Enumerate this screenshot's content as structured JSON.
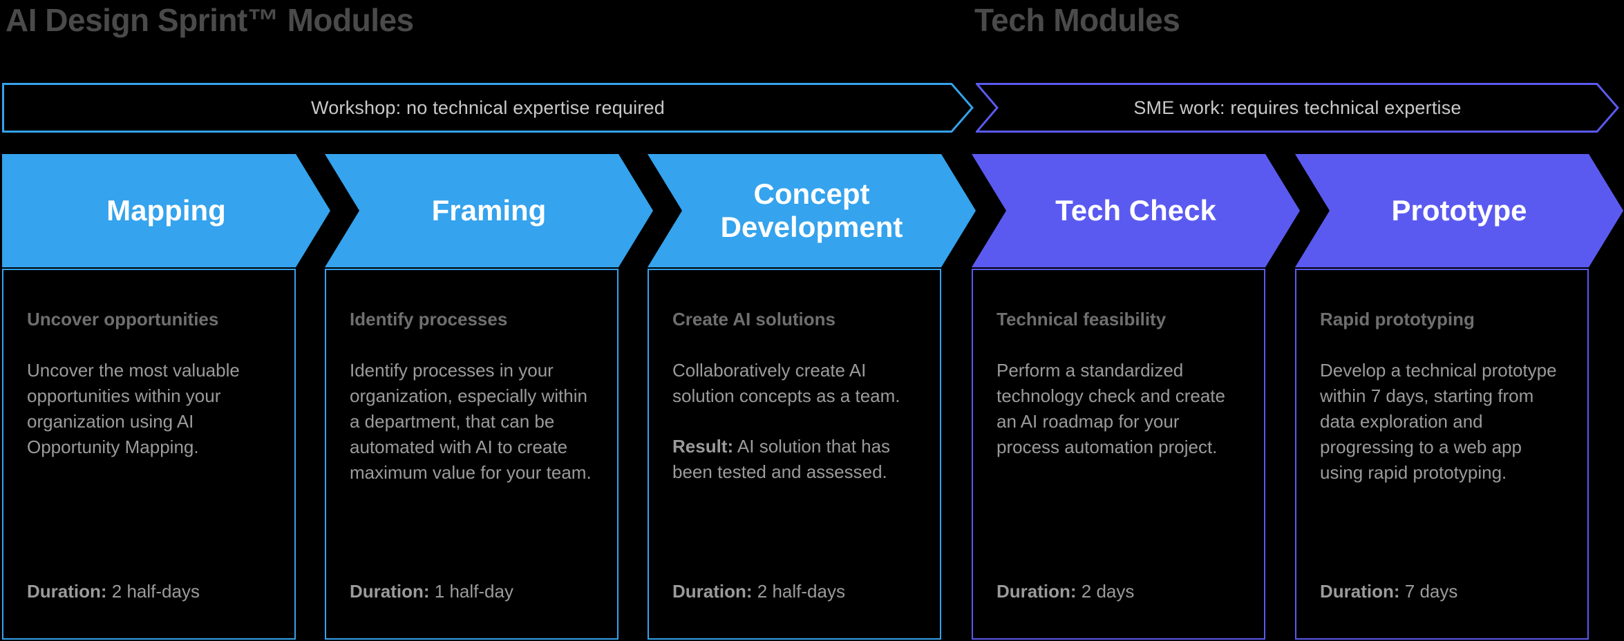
{
  "colors": {
    "bg": "#000000",
    "blue": "#35A3ED",
    "purple": "#5B5AF0",
    "heading": "#4A4A4A",
    "banner_text": "#C9C9C9",
    "card_title": "#6F6F6F",
    "card_text": "#9B9B9B",
    "chevron_text": "#FFFFFF"
  },
  "headings": {
    "left": "AI Design Sprint™ Modules",
    "right": "Tech Modules"
  },
  "banners": [
    {
      "label": "Workshop: no technical expertise required",
      "color": "#35A3ED"
    },
    {
      "label": "SME work: requires technical expertise",
      "color": "#5B5AF0"
    }
  ],
  "modules": [
    {
      "title": "Mapping",
      "subtitle": "Uncover opportunities",
      "body": "Uncover the most valuable opportunities within your organization using AI Opportunity Mapping.",
      "duration_label": "Duration:",
      "duration": "2 half-days"
    },
    {
      "title": "Framing",
      "subtitle": "Identify processes",
      "body": "Identify processes in your organization, especially within a department, that can be automated with AI to create maximum value for your team.",
      "duration_label": "Duration:",
      "duration": "1 half-day"
    },
    {
      "title": "Concept Development",
      "subtitle": "Create AI solutions",
      "body": "Collaboratively create AI solution concepts as a team.",
      "result_label": "Result:",
      "result": "AI solution that has been tested and assessed.",
      "duration_label": "Duration:",
      "duration": "2 half-days"
    },
    {
      "title": "Tech Check",
      "subtitle": "Technical feasibility",
      "body": "Perform a standardized technology check and create an AI roadmap for your process automation project.",
      "duration_label": "Duration:",
      "duration": "2 days"
    },
    {
      "title": "Prototype",
      "subtitle": "Rapid prototyping",
      "body": "Develop a technical prototype within 7 days, starting from data exploration and progressing to a web app using rapid prototyping.",
      "duration_label": "Duration:",
      "duration": "7 days"
    }
  ]
}
